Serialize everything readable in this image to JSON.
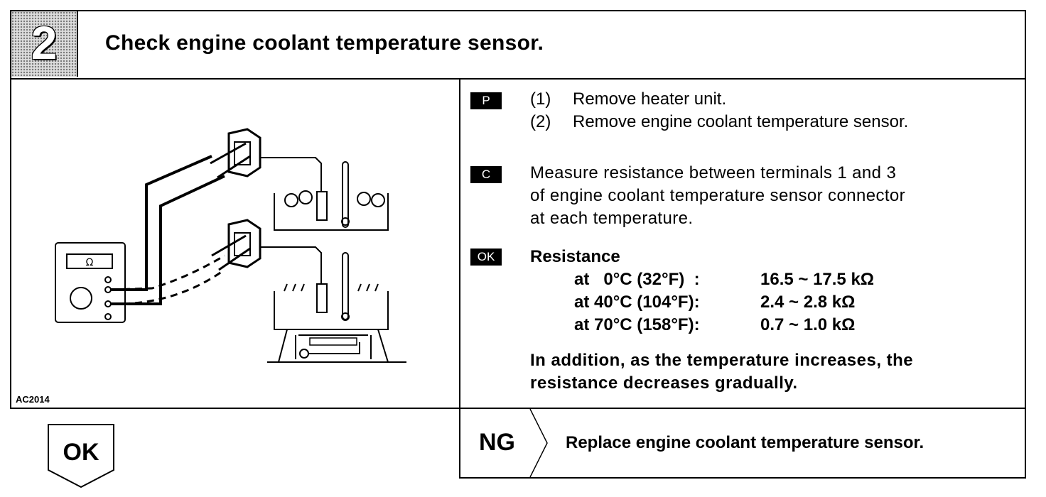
{
  "header": {
    "step_number": "2",
    "title": "Check engine coolant temperature sensor."
  },
  "illustration": {
    "figure_code": "AC2014",
    "meter_symbol": "Ω"
  },
  "tags": {
    "p": "P",
    "c": "C",
    "ok": "OK"
  },
  "prep": [
    {
      "num": "(1)",
      "text": "Remove heater unit."
    },
    {
      "num": "(2)",
      "text": "Remove engine coolant temperature sensor."
    }
  ],
  "check": {
    "line1": "Measure resistance between terminals 1 and 3",
    "line2": "of engine coolant temperature sensor connector",
    "line3": "at each temperature."
  },
  "spec": {
    "heading": "Resistance",
    "rows": [
      {
        "cond": "at   0°C (32°F)  :",
        "value": "16.5 ~ 17.5 kΩ"
      },
      {
        "cond": "at 40°C (104°F):",
        "value": "2.4 ~ 2.8 kΩ"
      },
      {
        "cond": "at 70°C (158°F):",
        "value": "0.7 ~ 1.0 kΩ"
      }
    ],
    "note1": "In addition, as the temperature increases, the",
    "note2": "resistance decreases gradually."
  },
  "results": {
    "ok_label": "OK",
    "ng_label": "NG",
    "ng_action": "Replace engine coolant temperature sensor."
  }
}
